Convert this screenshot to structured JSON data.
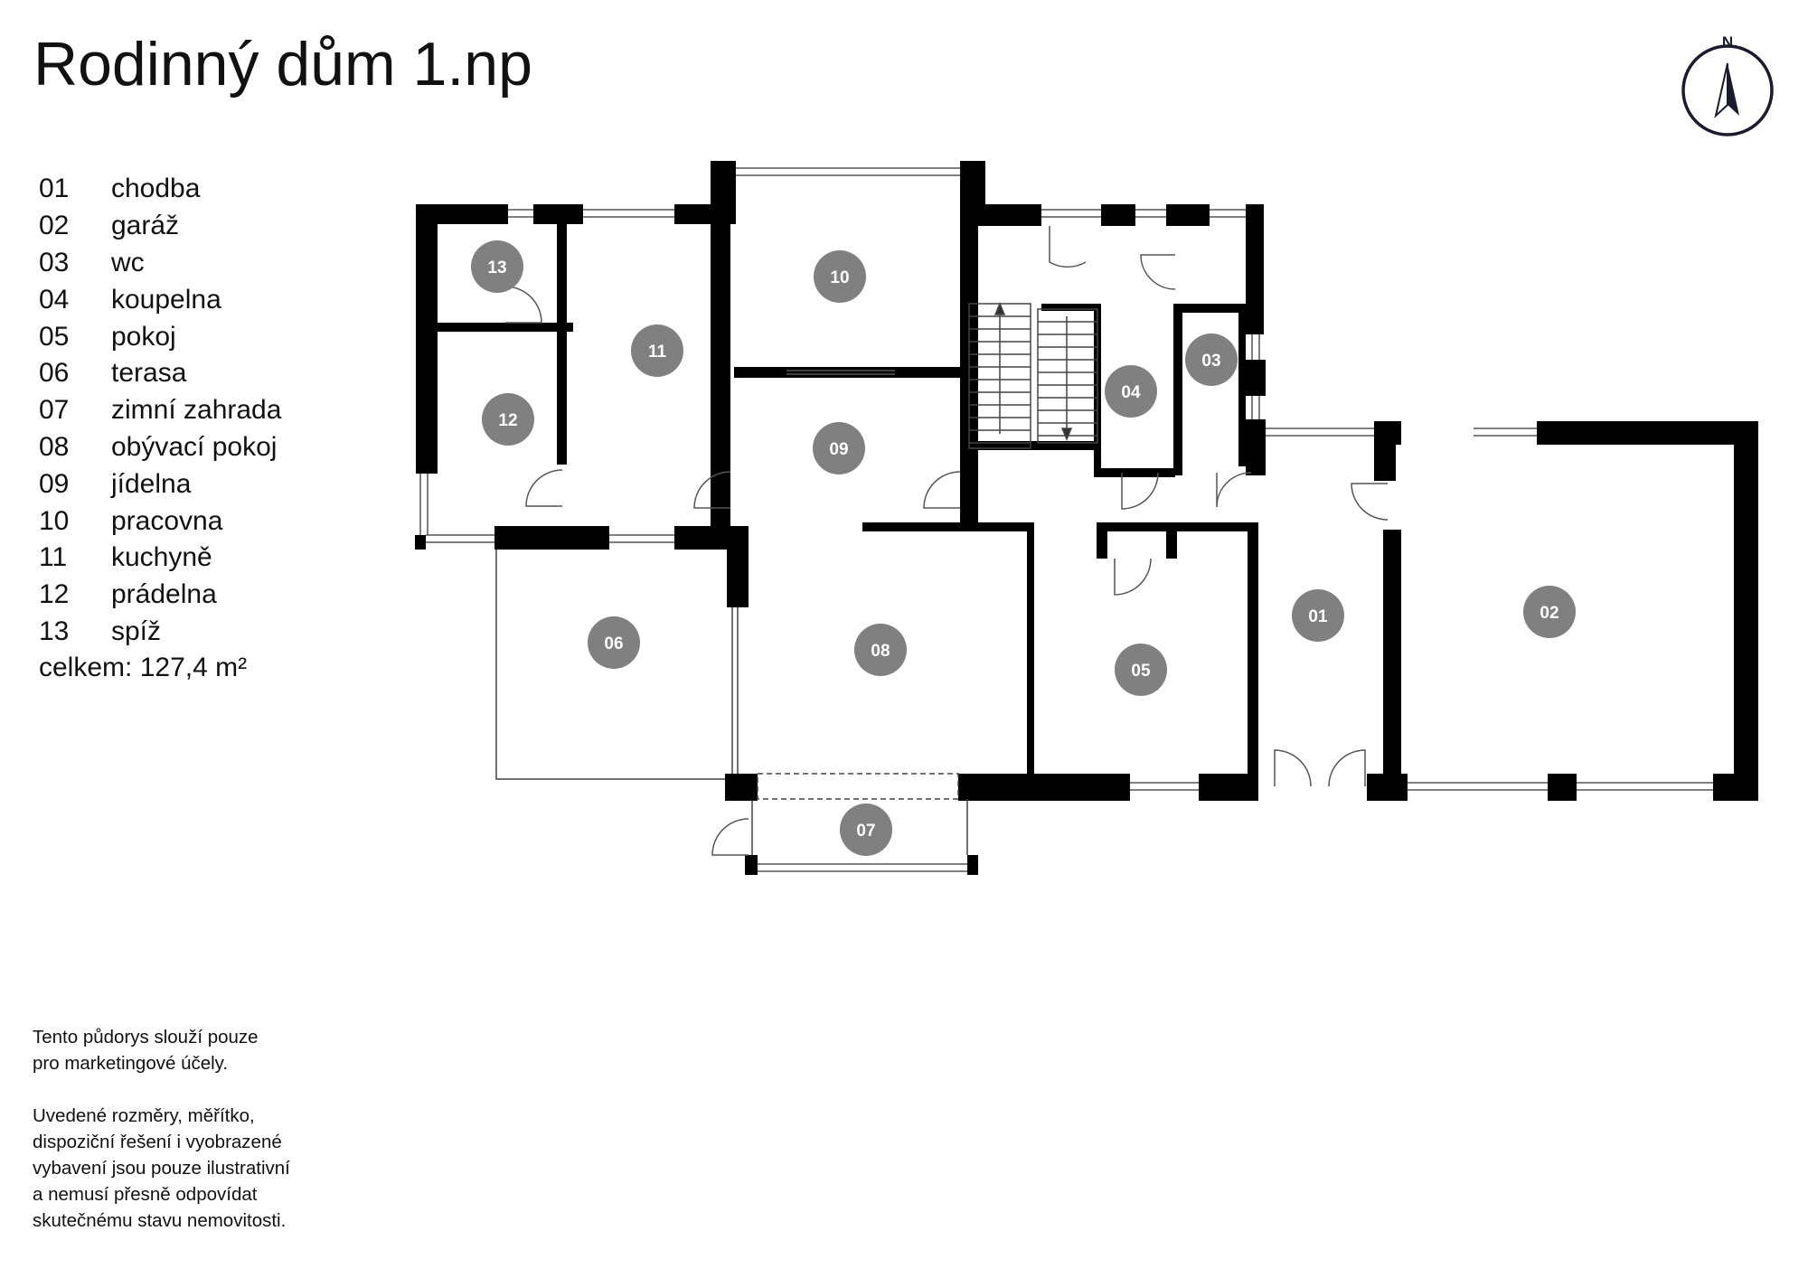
{
  "title": "Rodinný dům 1.np",
  "compass": {
    "label": "N"
  },
  "legend": {
    "items": [
      {
        "num": "01",
        "name": "chodba"
      },
      {
        "num": "02",
        "name": "garáž"
      },
      {
        "num": "03",
        "name": "wc"
      },
      {
        "num": "04",
        "name": "koupelna"
      },
      {
        "num": "05",
        "name": "pokoj"
      },
      {
        "num": "06",
        "name": "terasa"
      },
      {
        "num": "07",
        "name": "zimní zahrada"
      },
      {
        "num": "08",
        "name": "obývací pokoj"
      },
      {
        "num": "09",
        "name": "jídelna"
      },
      {
        "num": "10",
        "name": "pracovna"
      },
      {
        "num": "11",
        "name": "kuchyně"
      },
      {
        "num": "12",
        "name": "prádelna"
      },
      {
        "num": "13",
        "name": "spíž"
      }
    ],
    "total": "celkem: 127,4 m²"
  },
  "disclaimer": {
    "p1": "Tento půdorys slouží pouze\npro marketingové účely.",
    "p2": "Uvedené rozměry, měřítko,\ndispoziční řešení i vyobrazené\nvybavení jsou pouze ilustrativní\na nemusí přesně odpovídat\nskutečnému stavu nemovitosti."
  },
  "rooms": [
    {
      "num": "01",
      "name": "chodba"
    },
    {
      "num": "02",
      "name": "garáž"
    },
    {
      "num": "03",
      "name": "wc"
    },
    {
      "num": "04",
      "name": "koupelna"
    },
    {
      "num": "05",
      "name": "pokoj"
    },
    {
      "num": "06",
      "name": "terasa"
    },
    {
      "num": "07",
      "name": "zimní zahrada"
    },
    {
      "num": "08",
      "name": "obývací pokoj"
    },
    {
      "num": "09",
      "name": "jídelna"
    },
    {
      "num": "10",
      "name": "pracovna"
    },
    {
      "num": "11",
      "name": "kuchyně"
    },
    {
      "num": "12",
      "name": "prádelna"
    },
    {
      "num": "13",
      "name": "spíž"
    }
  ],
  "colors": {
    "wall": "#000000",
    "badge": "#808080",
    "badge_text": "#ffffff"
  }
}
